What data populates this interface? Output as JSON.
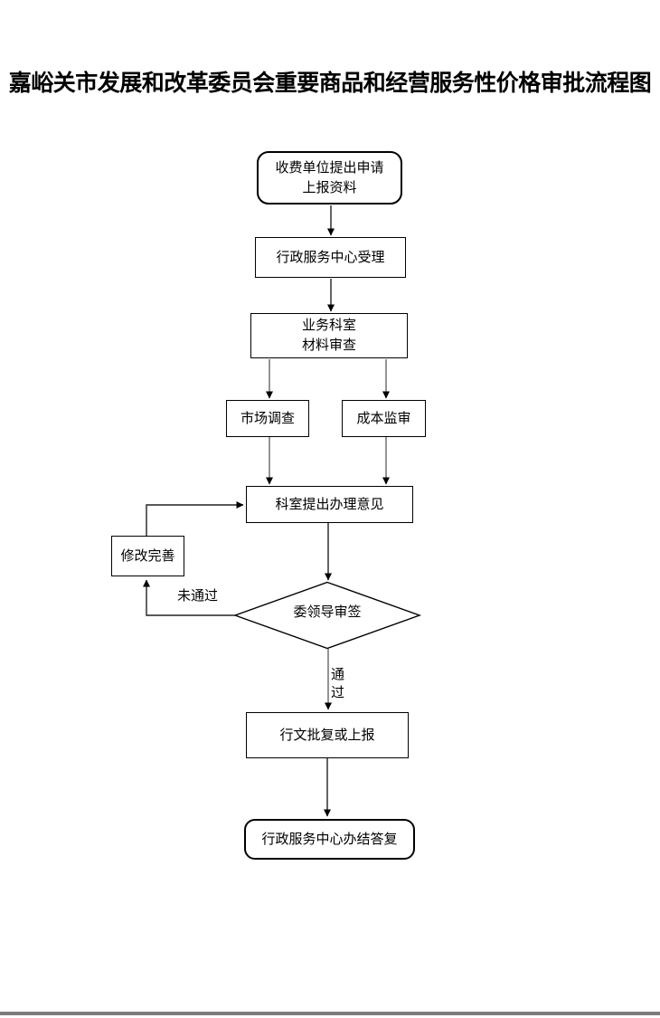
{
  "page": {
    "title": "嘉峪关市发展和改革委员会重要商品和经营服务性价格审批流程图"
  },
  "flowchart": {
    "nodes": {
      "start": {
        "line1": "收费单位提出申请",
        "line2": "上报资料"
      },
      "accept": {
        "label": "行政服务中心受理"
      },
      "review": {
        "line1": "业务科室",
        "line2": "材料审查"
      },
      "market": {
        "label": "市场调查"
      },
      "cost": {
        "label": "成本监审"
      },
      "opinion": {
        "label": "科室提出办理意见"
      },
      "revise": {
        "label": "修改完善"
      },
      "decision": {
        "label": "委领导审签"
      },
      "issue": {
        "label": "行文批复或上报"
      },
      "finish": {
        "label": "行政服务中心办结答复"
      }
    },
    "edge_labels": {
      "fail": "未通过",
      "pass": "通过"
    }
  },
  "colors": {
    "line_black": "#000000",
    "line_gray": "#7a7a7a",
    "bottom_bar": "#7d7d7d"
  }
}
